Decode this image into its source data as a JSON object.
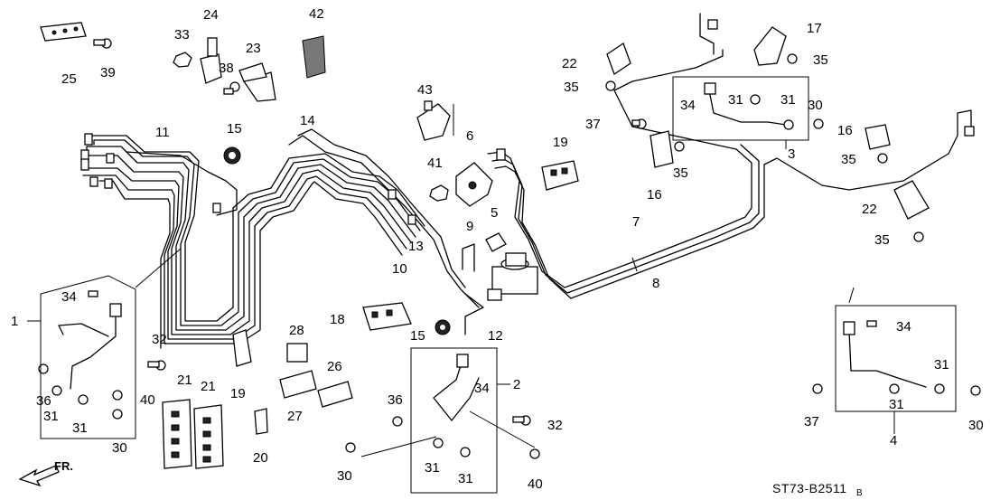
{
  "diagram_code": "ST73-B2511",
  "diagram_code_suffix": "B",
  "direction_label": "FR.",
  "callouts": {
    "c1": "1",
    "c2": "2",
    "c3": "3",
    "c4": "4",
    "c5": "5",
    "c6": "6",
    "c7": "7",
    "c8": "8",
    "c9": "9",
    "c10": "10",
    "c11": "11",
    "c12": "12",
    "c13": "13",
    "c14": "14",
    "c15a": "15",
    "c15b": "15",
    "c16a": "16",
    "c16b": "16",
    "c17": "17",
    "c18": "18",
    "c19a": "19",
    "c19b": "19",
    "c20": "20",
    "c21a": "21",
    "c21b": "21",
    "c22a": "22",
    "c22b": "22",
    "c23": "23",
    "c24": "24",
    "c25": "25",
    "c26": "26",
    "c27": "27",
    "c28": "28",
    "c30a": "30",
    "c30b": "30",
    "c30c": "30",
    "c30d": "30",
    "c31a": "31",
    "c31b": "31",
    "c31c": "31",
    "c31d": "31",
    "c31e": "31",
    "c31f": "31",
    "c31g": "31",
    "c31h": "31",
    "c32a": "32",
    "c32b": "32",
    "c33": "33",
    "c34a": "34",
    "c34b": "34",
    "c34c": "34",
    "c34d": "34",
    "c35a": "35",
    "c35b": "35",
    "c35c": "35",
    "c35d": "35",
    "c35e": "35",
    "c36a": "36",
    "c36b": "36",
    "c37a": "37",
    "c37b": "37",
    "c38": "38",
    "c39": "39",
    "c40a": "40",
    "c40b": "40",
    "c41": "41",
    "c42": "42",
    "c43": "43"
  }
}
